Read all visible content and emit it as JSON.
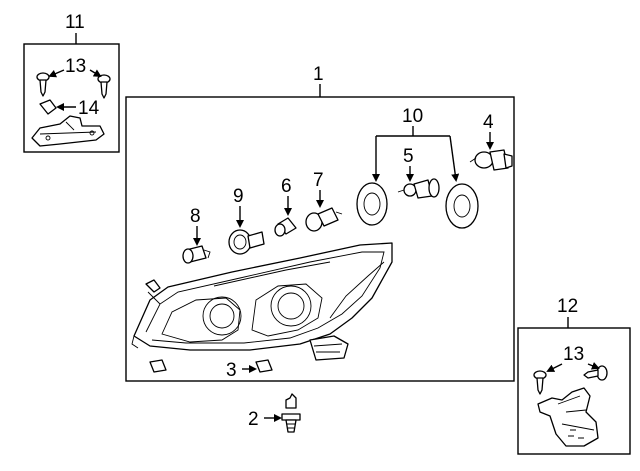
{
  "callouts": {
    "c1": "1",
    "c2": "2",
    "c3": "3",
    "c4": "4",
    "c5": "5",
    "c6": "6",
    "c7": "7",
    "c8": "8",
    "c9": "9",
    "c10": "10",
    "c11": "11",
    "c12": "12",
    "c13a": "13",
    "c13b": "13",
    "c14": "14"
  }
}
